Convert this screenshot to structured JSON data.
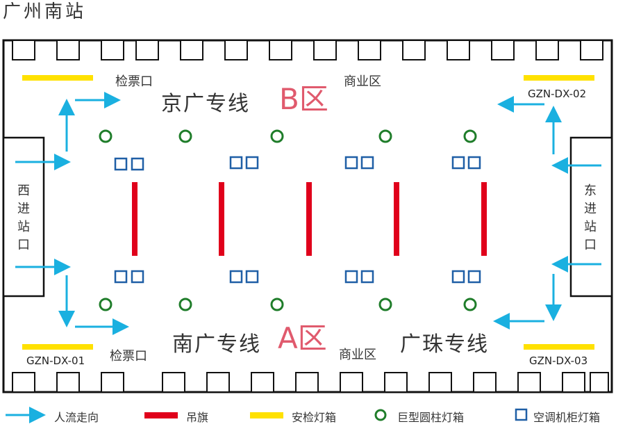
{
  "title": "广州南站",
  "labels": {
    "checkpoint": "检票口",
    "commercial": "商业区"
  },
  "codes": {
    "dx01": "GZN-DX-01",
    "dx02": "GZN-DX-02",
    "dx03": "GZN-DX-03"
  },
  "lines": {
    "jingguang": "京广专线",
    "nanguang": "南广专线",
    "guangzhu": "广珠专线"
  },
  "zones": {
    "b": "B区",
    "a": "A区"
  },
  "entrances": {
    "west": [
      "西",
      "进",
      "站",
      "口"
    ],
    "east": [
      "东",
      "进",
      "站",
      "口"
    ]
  },
  "legend": {
    "flow": "人流走向",
    "banner": "吊旗",
    "security": "安检灯箱",
    "pillar": "巨型圆柱灯箱",
    "ac": "空调机柜灯箱"
  },
  "colors": {
    "flow_arrow": "#1ab0e0",
    "banner": "#e0001b",
    "security_box": "#ffe100",
    "pillar_box": "#1f7d2a",
    "ac_box": "#1f5fa6",
    "zone_text": "#e05a6d"
  }
}
